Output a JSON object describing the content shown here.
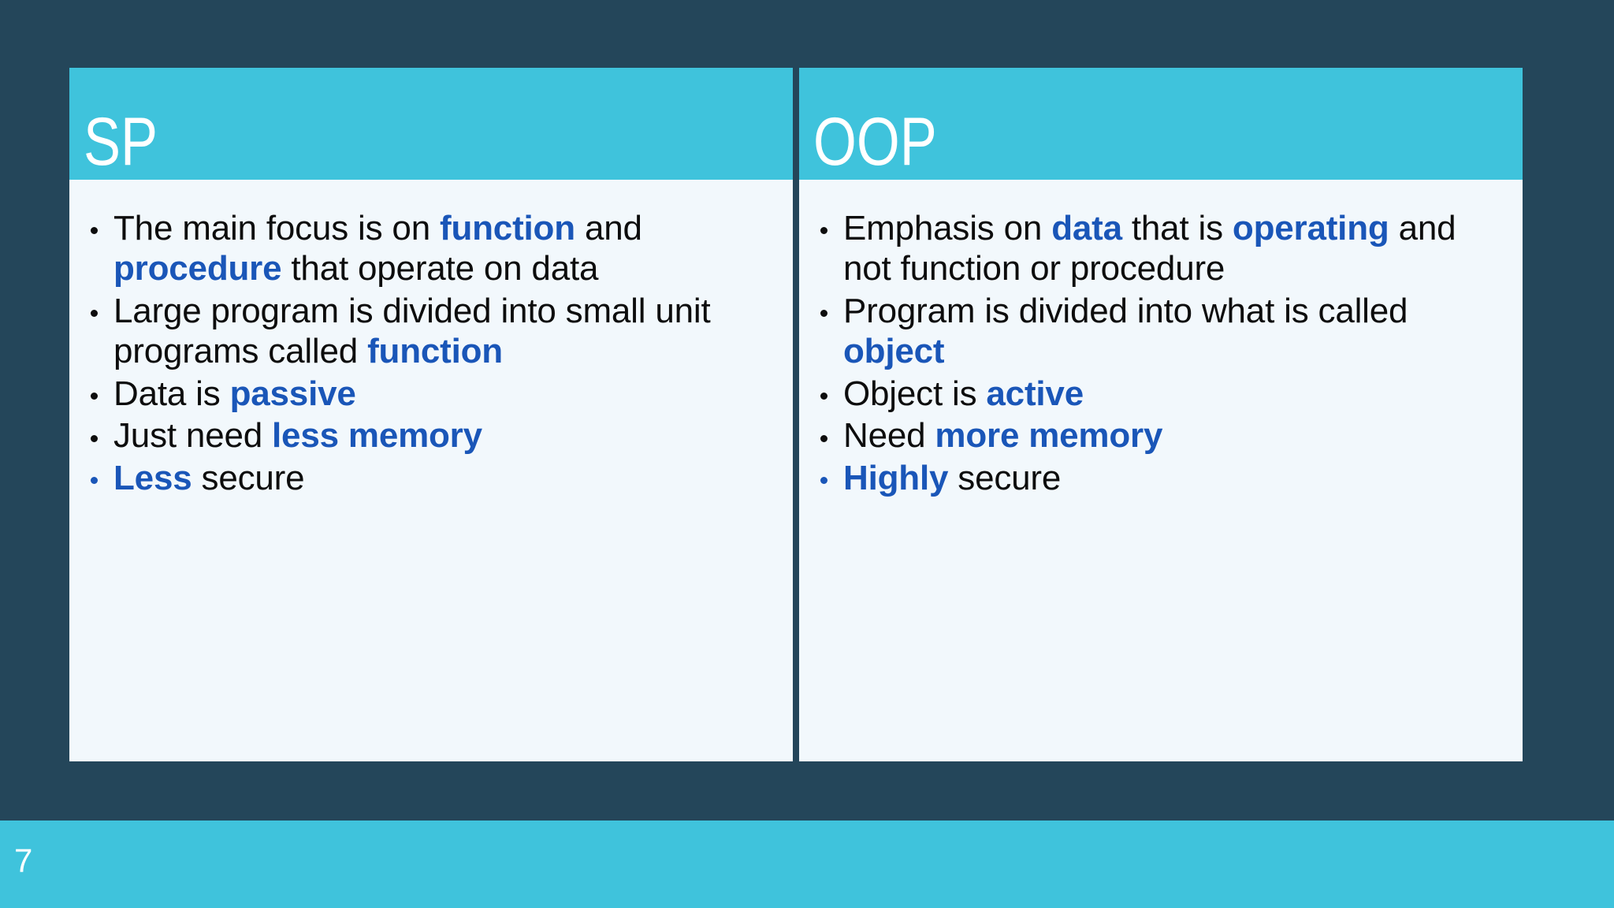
{
  "slide": {
    "background_color": "#24465A",
    "accent_color": "#3FC3DC",
    "body_bg_color": "#F2F8FC",
    "highlight_color": "#1A56B8",
    "page_number": "7"
  },
  "table": {
    "columns": [
      {
        "header": "SP",
        "bullets": [
          {
            "bullet_color": "black",
            "parts": [
              {
                "text": "The main focus is on ",
                "style": "normal"
              },
              {
                "text": "function",
                "style": "highlight"
              },
              {
                "text": " and ",
                "style": "normal"
              },
              {
                "text": "procedure",
                "style": "highlight"
              },
              {
                "text": " that operate on data",
                "style": "normal"
              }
            ]
          },
          {
            "bullet_color": "black",
            "parts": [
              {
                "text": "Large program is divided into small unit programs called ",
                "style": "normal"
              },
              {
                "text": "function",
                "style": "highlight"
              }
            ]
          },
          {
            "bullet_color": "black",
            "parts": [
              {
                "text": "Data is ",
                "style": "normal"
              },
              {
                "text": "passive",
                "style": "highlight"
              }
            ]
          },
          {
            "bullet_color": "black",
            "parts": [
              {
                "text": "Just need ",
                "style": "normal"
              },
              {
                "text": "less memory",
                "style": "highlight"
              }
            ]
          },
          {
            "bullet_color": "blue",
            "parts": [
              {
                "text": "Less",
                "style": "highlight"
              },
              {
                "text": " secure",
                "style": "normal"
              }
            ]
          }
        ]
      },
      {
        "header": "OOP",
        "bullets": [
          {
            "bullet_color": "black",
            "parts": [
              {
                "text": "Emphasis on ",
                "style": "normal"
              },
              {
                "text": "data",
                "style": "highlight"
              },
              {
                "text": " that is ",
                "style": "normal"
              },
              {
                "text": "operating",
                "style": "highlight"
              },
              {
                "text": " and not function or procedure",
                "style": "normal"
              }
            ]
          },
          {
            "bullet_color": "black",
            "parts": [
              {
                "text": "Program is divided into what is called ",
                "style": "normal"
              },
              {
                "text": "object",
                "style": "highlight"
              }
            ]
          },
          {
            "bullet_color": "black",
            "parts": [
              {
                "text": "Object is ",
                "style": "normal"
              },
              {
                "text": "active",
                "style": "highlight"
              }
            ]
          },
          {
            "bullet_color": "black",
            "parts": [
              {
                "text": "Need ",
                "style": "normal"
              },
              {
                "text": "more memory",
                "style": "highlight"
              }
            ]
          },
          {
            "bullet_color": "blue",
            "parts": [
              {
                "text": "Highly",
                "style": "highlight"
              },
              {
                "text": " secure",
                "style": "normal"
              }
            ]
          }
        ]
      }
    ]
  }
}
